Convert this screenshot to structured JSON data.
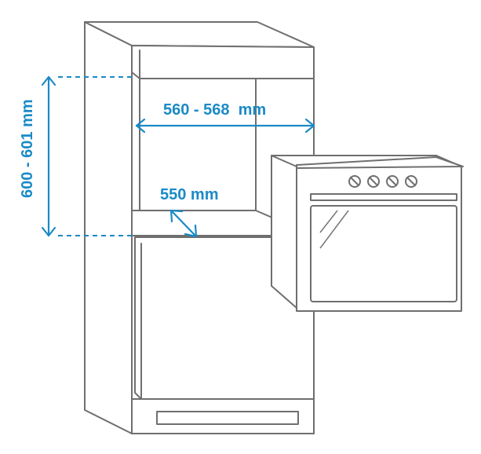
{
  "dimensions": {
    "width_label": "560 - 568  mm",
    "depth_label": "550 mm",
    "height_label": "600 - 601 mm"
  },
  "colors": {
    "dimension": "#1a8ac6",
    "outline": "#6f6f6f"
  },
  "icons": {
    "knobs": [
      "knob-icon",
      "knob-icon",
      "knob-icon",
      "knob-icon"
    ]
  }
}
